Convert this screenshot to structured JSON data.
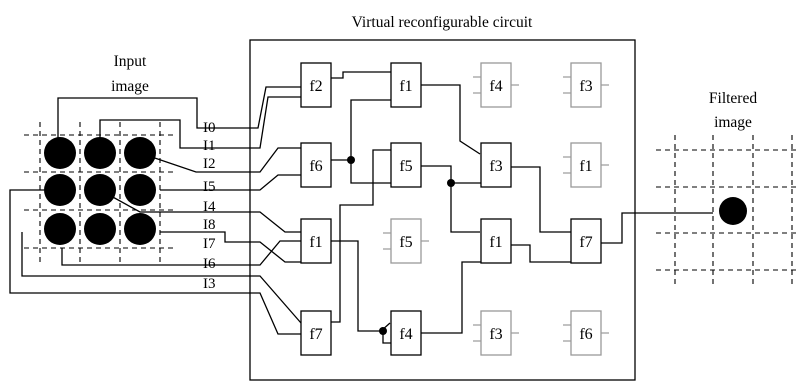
{
  "titles": {
    "circuit": "Virtual reconfigurable circuit",
    "input_line1": "Input",
    "input_line2": "image",
    "output_line1": "Filtered",
    "output_line2": "image"
  },
  "inputs": [
    "I0",
    "I1",
    "I2",
    "I5",
    "I4",
    "I8",
    "I7",
    "I6",
    "I3"
  ],
  "cells": [
    [
      "f2",
      "f1",
      "f4",
      "f3"
    ],
    [
      "f6",
      "f5",
      "f3",
      "f1"
    ],
    [
      "f1",
      "f5",
      "f1",
      "f7"
    ],
    [
      "f7",
      "f4",
      "f3",
      "f6"
    ]
  ],
  "active_cells": [
    [
      true,
      true,
      false,
      false
    ],
    [
      true,
      true,
      true,
      false
    ],
    [
      true,
      false,
      true,
      true
    ],
    [
      true,
      true,
      false,
      false
    ]
  ],
  "colors": {
    "active": "#000000",
    "inactive": "#999999",
    "pixel": "#000000"
  },
  "input_pixels": [
    [
      true,
      true,
      true
    ],
    [
      true,
      true,
      true
    ],
    [
      true,
      true,
      true
    ]
  ],
  "output_pixel": "center"
}
